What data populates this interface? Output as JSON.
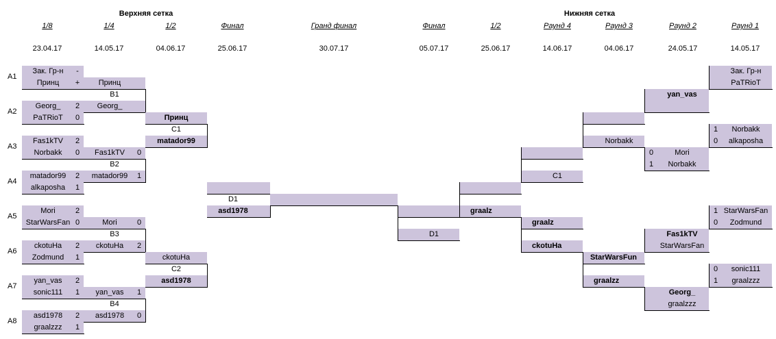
{
  "headers": {
    "upper": "Верхняя сетка",
    "lower": "Нижняя сетка"
  },
  "rounds": [
    {
      "label": "1/8",
      "date": "23.04.17"
    },
    {
      "label": "1/4",
      "date": "14.05.17"
    },
    {
      "label": "1/2",
      "date": "04.06.17"
    },
    {
      "label": "Финал",
      "date": "25.06.17"
    },
    {
      "label": "Гранд финал",
      "date": "30.07.17"
    },
    {
      "label": "Финал",
      "date": "05.07.17"
    },
    {
      "label": "1/2",
      "date": "25.06.17"
    },
    {
      "label": "Раунд 4",
      "date": "14.06.17"
    },
    {
      "label": "Раунд 3",
      "date": "04.06.17"
    },
    {
      "label": "Раунд 2",
      "date": "24.05.17"
    },
    {
      "label": "Раунд 1",
      "date": "14.05.17"
    }
  ],
  "group_labels": [
    "A1",
    "A2",
    "A3",
    "A4",
    "A5",
    "A6",
    "A7",
    "A8"
  ],
  "upper_r1": [
    {
      "p1": "Зак. Гр-н",
      "s1": "-",
      "p2": "Принц",
      "s2": "+"
    },
    {
      "p1": "Georg_",
      "s1": "2",
      "p2": "PaTRioT",
      "s2": "0"
    },
    {
      "p1": "Fas1kTV",
      "s1": "2",
      "p2": "Norbakk",
      "s2": "0"
    },
    {
      "p1": "matador99",
      "s1": "2",
      "p2": "alkaposha",
      "s2": "1"
    },
    {
      "p1": "Mori",
      "s1": "2",
      "p2": "StarWarsFan",
      "s2": "0"
    },
    {
      "p1": "ckotuHa",
      "s1": "2",
      "p2": "Zodmund",
      "s2": "1"
    },
    {
      "p1": "yan_vas",
      "s1": "2",
      "p2": "sonic111",
      "s2": "1"
    },
    {
      "p1": "asd1978",
      "s1": "2",
      "p2": "graalzzz",
      "s2": "1"
    }
  ],
  "upper_r2": [
    {
      "label": "B1",
      "p1": "Принц",
      "s1": "",
      "p2": "Georg_",
      "s2": ""
    },
    {
      "label": "B2",
      "p1": "Fas1kTV",
      "s1": "0",
      "p2": "matador99",
      "s2": "1"
    },
    {
      "label": "B3",
      "p1": "Mori",
      "s1": "0",
      "p2": "ckotuHa",
      "s2": "2"
    },
    {
      "label": "B4",
      "p1": "yan_vas",
      "s1": "1",
      "p2": "asd1978",
      "s2": "0"
    }
  ],
  "upper_r3": [
    {
      "label": "C1",
      "p1": "Принц",
      "p2": "matador99"
    },
    {
      "label": "C2",
      "p1": "ckotuHa",
      "p2": "asd1978"
    }
  ],
  "upper_final": {
    "label": "D1",
    "p1": "",
    "p2": "asd1978"
  },
  "lower_r1": [
    {
      "s1": "",
      "p1": "Зак. Гр-н",
      "s2": "",
      "p2": "PaTRioT"
    },
    {
      "s1": "1",
      "p1": "Norbakk",
      "s2": "0",
      "p2": "alkaposha"
    },
    {
      "s1": "1",
      "p1": "StarWarsFan",
      "s2": "0",
      "p2": "Zodmund"
    },
    {
      "s1": "0",
      "p1": "sonic111",
      "s2": "1",
      "p2": "graalzzz"
    }
  ],
  "lower_r2": [
    {
      "s1": "",
      "p1": "yan_vas",
      "s2": "",
      "p2": ""
    },
    {
      "s1": "0",
      "p1": "Mori",
      "s2": "1",
      "p2": "Norbakk"
    },
    {
      "s1": "",
      "p1": "Fas1kTV",
      "s2": "",
      "p2": "StarWarsFan"
    },
    {
      "s1": "",
      "p1": "Georg_",
      "s2": "",
      "p2": "graalzzz"
    }
  ],
  "lower_r3": [
    {
      "p1": "",
      "p2": "Norbakk"
    },
    {
      "p1": "StarWarsFun",
      "p2": "graalzz"
    }
  ],
  "lower_r4": [
    {
      "p1": "",
      "p2": "C1"
    },
    {
      "p1": "graalz",
      "p2": "ckotuHa"
    }
  ],
  "lower_semi": {
    "p1": "",
    "p2": "graalz"
  },
  "lower_final": {
    "p1": "",
    "p2": "D1"
  },
  "grand_final": {
    "p1": ""
  }
}
